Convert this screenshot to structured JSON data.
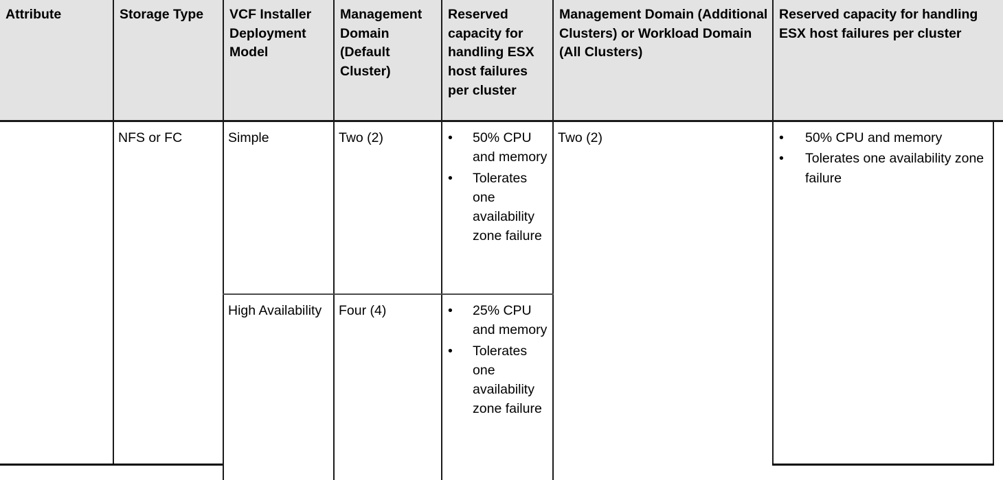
{
  "table": {
    "bullet_glyph": "•",
    "header": {
      "columns": [
        {
          "label": "Attribute"
        },
        {
          "label": "Storage Type"
        },
        {
          "label": "VCF Installer Deployment Model"
        },
        {
          "label": "Management Domain (Default Cluster)"
        },
        {
          "label": "Reserved capacity for handling ESX host failures per cluster"
        },
        {
          "label": "Management Domain (Additional Clusters) or Workload Domain (All Clusters)"
        },
        {
          "label": "Reserved capacity for handling ESX host failures per cluster"
        }
      ]
    },
    "body": {
      "attribute": "",
      "storage_type": "NFS or FC",
      "mgmt_additional_or_workload": "Two (2)",
      "reserved_capacity_right": [
        "50% CPU and memory",
        "Tolerates one availability zone failure"
      ],
      "rows": [
        {
          "deployment_model": "Simple",
          "management_domain_default_cluster": "Two (2)",
          "reserved_capacity": [
            "50% CPU and memory",
            "Tolerates one availability zone failure"
          ]
        },
        {
          "deployment_model": "High Availability",
          "management_domain_default_cluster": "Four (4)",
          "reserved_capacity": [
            "25% CPU and memory",
            "Tolerates one availability zone failure"
          ]
        }
      ]
    },
    "colors": {
      "header_background": "#e3e3e3",
      "border": "#1a1a1a",
      "text": "#000000",
      "cell_background": "#ffffff"
    }
  }
}
